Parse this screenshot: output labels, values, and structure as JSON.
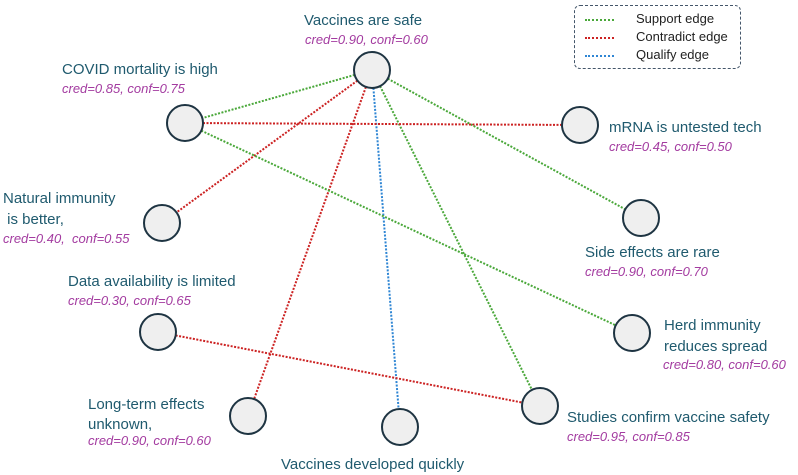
{
  "legend": {
    "items": [
      {
        "label": "Support edge",
        "type": "support"
      },
      {
        "label": "Contradict edge",
        "type": "contradict"
      },
      {
        "label": "Qualify edge",
        "type": "qualify"
      }
    ]
  },
  "colors": {
    "support": "#4aa83a",
    "contradict": "#cc2222",
    "qualify": "#2f86d4",
    "node_fill": "#efefef",
    "node_stroke": "#1e3442",
    "label": "#1f5a6e",
    "meta": "#a33ba0"
  },
  "nodes": [
    {
      "id": "vaccines_safe",
      "label": "Vaccines are safe",
      "meta": "cred=0.90, conf=0.60"
    },
    {
      "id": "covid_mortality",
      "label": "COVID mortality is high",
      "meta": "cred=0.85, conf=0.75"
    },
    {
      "id": "mrna_untested",
      "label": "mRNA is untested tech",
      "meta": "cred=0.45, conf=0.50"
    },
    {
      "id": "natural_immunity",
      "label_lines": [
        "Natural immunity",
        " is better,"
      ],
      "meta": "cred=0.40,  conf=0.55"
    },
    {
      "id": "side_effects",
      "label": "Side effects are rare",
      "meta": "cred=0.90, conf=0.70"
    },
    {
      "id": "data_limited",
      "label": "Data availability is limited",
      "meta": "cred=0.30, conf=0.65"
    },
    {
      "id": "herd_immunity",
      "label_lines": [
        "Herd immunity",
        "reduces spread"
      ],
      "meta": "cred=0.80, conf=0.60"
    },
    {
      "id": "long_term",
      "label_lines": [
        "Long-term effects",
        "unknown,"
      ],
      "meta": "cred=0.90, conf=0.60"
    },
    {
      "id": "developed_quickly",
      "label": "Vaccines developed quickly",
      "meta": ""
    },
    {
      "id": "studies_confirm",
      "label": "Studies confirm vaccine safety",
      "meta": "cred=0.95, conf=0.85"
    }
  ],
  "edges": [
    {
      "from": "vaccines_safe",
      "to": "covid_mortality",
      "type": "support"
    },
    {
      "from": "vaccines_safe",
      "to": "side_effects",
      "type": "support"
    },
    {
      "from": "vaccines_safe",
      "to": "studies_confirm",
      "type": "support"
    },
    {
      "from": "vaccines_safe",
      "to": "natural_immunity",
      "type": "contradict"
    },
    {
      "from": "vaccines_safe",
      "to": "long_term",
      "type": "contradict"
    },
    {
      "from": "vaccines_safe",
      "to": "developed_quickly",
      "type": "qualify"
    },
    {
      "from": "covid_mortality",
      "to": "mrna_untested",
      "type": "contradict"
    },
    {
      "from": "covid_mortality",
      "to": "herd_immunity",
      "type": "support"
    },
    {
      "from": "data_limited",
      "to": "studies_confirm",
      "type": "contradict"
    }
  ]
}
